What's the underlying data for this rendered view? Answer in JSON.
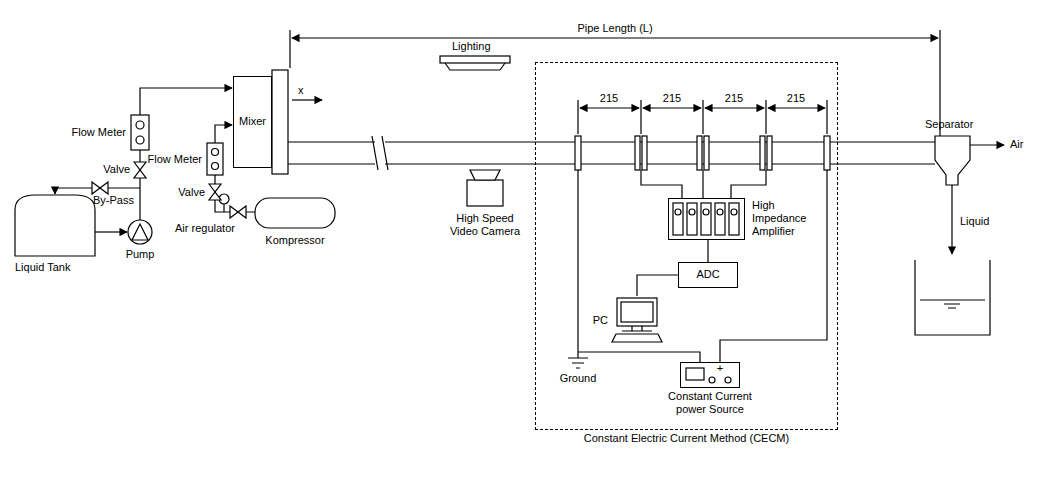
{
  "diagram": {
    "caption": "Constant Electric Current Method (CECM)",
    "nodes": [
      {
        "text": [
          "Mixer"
        ]
      },
      {
        "text": [
          "Constant Electric Current Method (CECM)"
        ]
      },
      {
        "text": [
          "High Impedance Amplifier"
        ],
        "in": 1
      },
      {
        "text": [
          "ADC"
        ],
        "in": 1
      },
      {
        "text": [
          "PC"
        ],
        "in": 1
      },
      {
        "text": [
          "Constant Current power Source"
        ],
        "in": 1
      }
    ],
    "edges": [
      {
        "from": 2,
        "to": 3,
        "arrow": "none"
      },
      {
        "from": 3,
        "to": 4,
        "arrow": "none"
      }
    ],
    "labels": [
      "Pipe Length (L)",
      "x",
      "215",
      "215",
      "215",
      "215",
      "Lighting",
      "High Speed Video Camera",
      "Separator",
      "Air",
      "Liquid",
      "Flow Meter",
      "Valve",
      "Flow Meter",
      "Valve",
      "By-Pass",
      "Air regulator",
      "Kompressor",
      "Liquid Tank",
      "Pump",
      "Ground",
      "+"
    ]
  }
}
